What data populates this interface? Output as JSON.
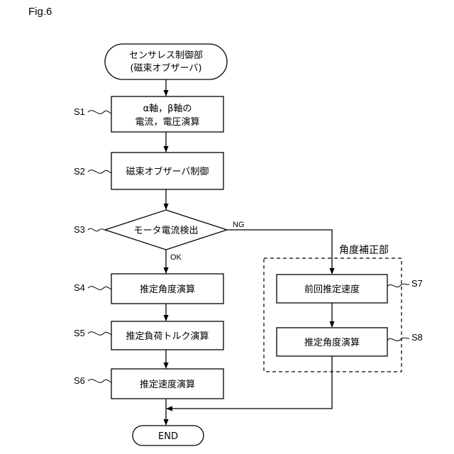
{
  "figure_label": "Fig.6",
  "start": {
    "line1": "センサレス制御部",
    "line2": "(磁束オブザーバ)"
  },
  "nodes": {
    "s1": {
      "step": "S1",
      "line1": "α軸，β軸の",
      "line2": "電流，電圧演算"
    },
    "s2": {
      "step": "S2",
      "text": "磁束オブザーバ制御"
    },
    "s3": {
      "step": "S3",
      "text": "モータ電流検出",
      "ng": "NG",
      "ok": "OK"
    },
    "s4": {
      "step": "S4",
      "text": "推定角度演算"
    },
    "s5": {
      "step": "S5",
      "text": "推定負荷トルク演算"
    },
    "s6": {
      "step": "S6",
      "text": "推定速度演算"
    },
    "s7": {
      "step": "S7",
      "text": "前回推定速度"
    },
    "s8": {
      "step": "S8",
      "text": "推定角度演算"
    }
  },
  "correction_group": {
    "title": "角度補正部"
  },
  "end": {
    "text": "END"
  }
}
